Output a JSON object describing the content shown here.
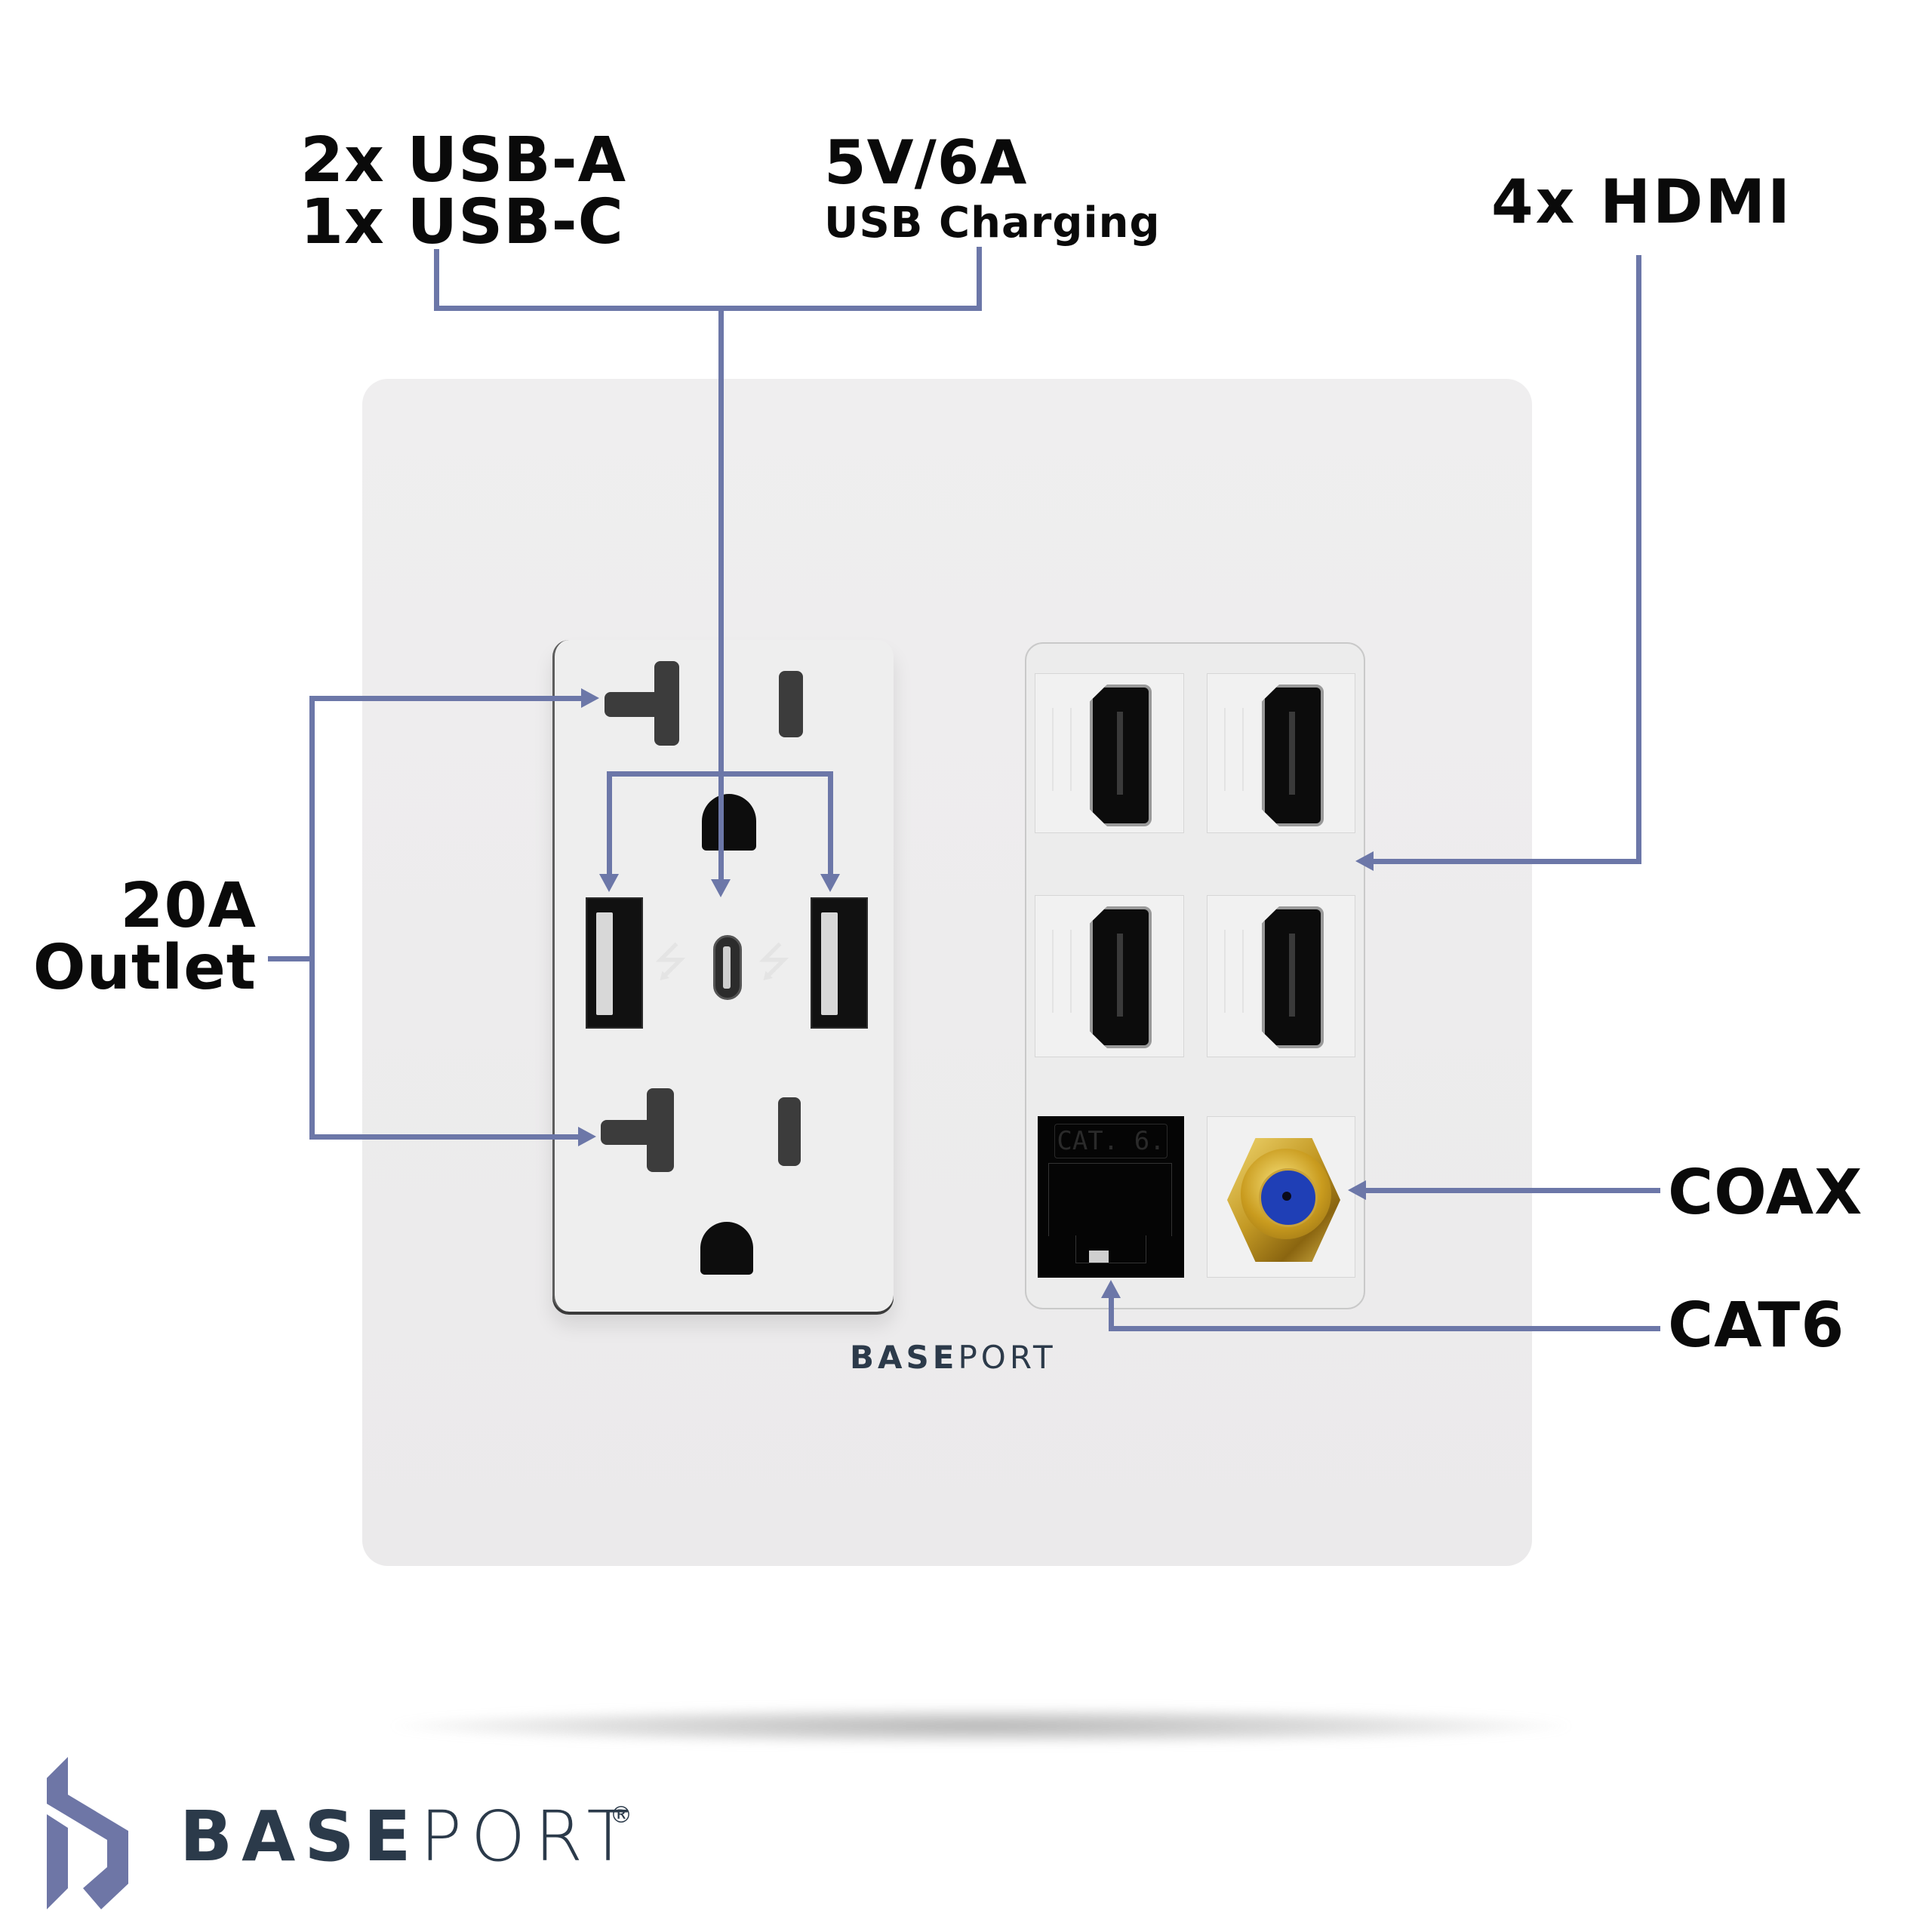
{
  "callouts": {
    "usb_ports": {
      "line1": "2x USB-A",
      "line2": "1x USB-C"
    },
    "usb_power": {
      "line1": "5V/6A",
      "line2": "USB Charging"
    },
    "hdmi": {
      "label": "4x HDMI"
    },
    "outlet": {
      "line1": "20A",
      "line2": "Outlet"
    },
    "coax": {
      "label": "COAX"
    },
    "cat6": {
      "label": "CAT6"
    }
  },
  "wall_plate": {
    "brand_bold": "BASE",
    "brand_light": "PORT",
    "outlet": {
      "rating": "20A",
      "usb_a_count": 2,
      "usb_c_count": 1
    },
    "hdmi_ports": 4,
    "cat6_jack_text": "CAT. 6.",
    "coax_ports": 1
  },
  "footer_logo": {
    "brand_bold": "BASE",
    "brand_light": "PORT",
    "registered": "®"
  },
  "colors": {
    "callout_line": "#6c77a8",
    "logo_icon": "#6e76a6",
    "brand_text": "#2b3a4a",
    "coax_gold": "#c99b1e",
    "coax_blue": "#1f3fb6"
  },
  "icons": {
    "usb": "⭍"
  }
}
